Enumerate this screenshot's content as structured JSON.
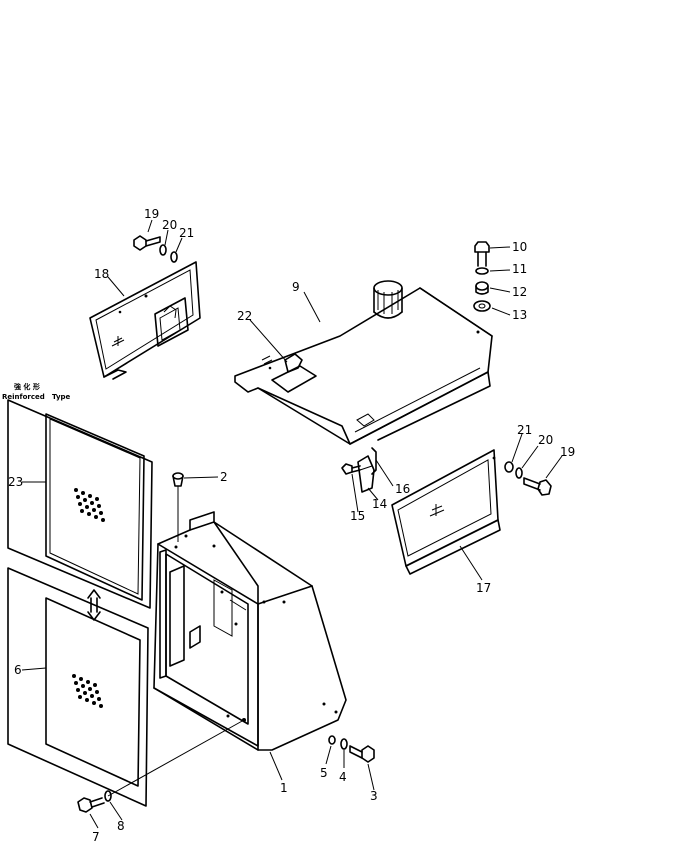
{
  "variant_note": {
    "cjk": "強 化 形",
    "line1": "Reinforced",
    "line2": "Type"
  },
  "callouts": [
    {
      "id": "1",
      "text": "1"
    },
    {
      "id": "2",
      "text": "2"
    },
    {
      "id": "3",
      "text": "3"
    },
    {
      "id": "4",
      "text": "4"
    },
    {
      "id": "5",
      "text": "5"
    },
    {
      "id": "6",
      "text": "6"
    },
    {
      "id": "7",
      "text": "7"
    },
    {
      "id": "8",
      "text": "8"
    },
    {
      "id": "9",
      "text": "9"
    },
    {
      "id": "10",
      "text": "10"
    },
    {
      "id": "11",
      "text": "11"
    },
    {
      "id": "12",
      "text": "12"
    },
    {
      "id": "13",
      "text": "13"
    },
    {
      "id": "14",
      "text": "14"
    },
    {
      "id": "15",
      "text": "15"
    },
    {
      "id": "16",
      "text": "16"
    },
    {
      "id": "17",
      "text": "17"
    },
    {
      "id": "18",
      "text": "18"
    },
    {
      "id": "19a",
      "text": "19"
    },
    {
      "id": "20a",
      "text": "20"
    },
    {
      "id": "21a",
      "text": "21"
    },
    {
      "id": "19b",
      "text": "19"
    },
    {
      "id": "20b",
      "text": "20"
    },
    {
      "id": "21b",
      "text": "21"
    },
    {
      "id": "22",
      "text": "22"
    },
    {
      "id": "23",
      "text": "23"
    }
  ]
}
